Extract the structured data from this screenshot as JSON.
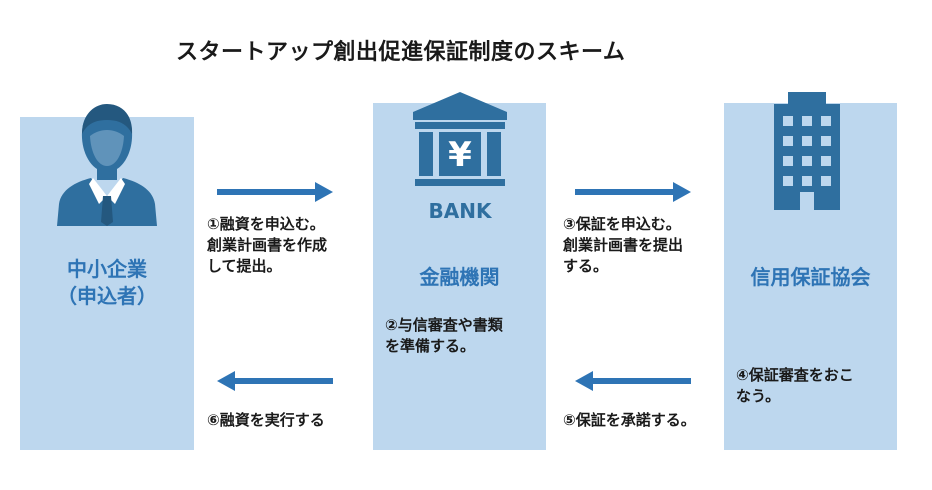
{
  "title": "スタートアップ創出促進保証制度のスキーム",
  "entities": {
    "sme": {
      "label_line1": "中小企業",
      "label_line2": "（申込者）"
    },
    "bank": {
      "label": "金融機関",
      "icon_text": "BANK",
      "icon_symbol": "¥"
    },
    "guarantee": {
      "label": "信用保証協会"
    }
  },
  "steps": {
    "s1": "①融資を申込む。\n創業計画書を作成\nして提出。",
    "s2": "②与信審査や書類\nを準備する。",
    "s3": "③保証を申込む。\n創業計画書を提出\nする。",
    "s4": "④保証審査をおこ\nなう。",
    "s5": "⑤保証を承諾する。",
    "s6": "⑥融資を実行する"
  },
  "icons": {
    "sme": "businessperson-icon",
    "bank": "bank-building-icon",
    "guarantee": "office-building-icon"
  },
  "colors": {
    "panel": "#bdd7ee",
    "accent": "#2e74b5",
    "icon": "#2f6f9f"
  }
}
